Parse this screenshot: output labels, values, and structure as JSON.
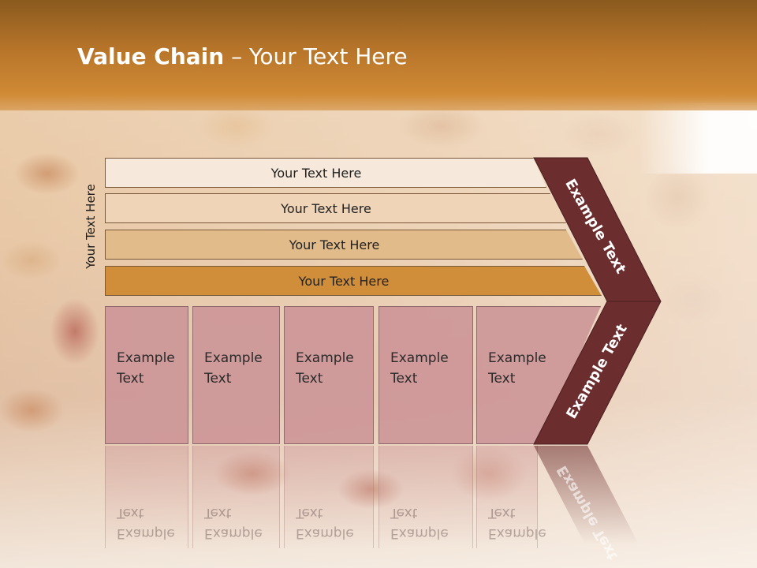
{
  "slide": {
    "title_bold": "Value Chain",
    "title_rest": " – Your Text Here",
    "vertical_label": "Your Text Here"
  },
  "bars": [
    {
      "label": "Your Text Here"
    },
    {
      "label": "Your Text Here"
    },
    {
      "label": "Your Text Here"
    },
    {
      "label": "Your Text Here"
    }
  ],
  "blocks": [
    {
      "line1": "Example",
      "line2": "Text"
    },
    {
      "line1": "Example",
      "line2": "Text"
    },
    {
      "line1": "Example",
      "line2": "Text"
    },
    {
      "line1": "Example",
      "line2": "Text"
    },
    {
      "line1": "Example",
      "line2": "Text"
    }
  ],
  "chevron": {
    "upper_label": "Example Text",
    "lower_label": "Example Text",
    "color": "#6b2d2e"
  },
  "colors": {
    "header": "#b7752a",
    "bar1": "#f6e8da",
    "bar2": "#efd4b8",
    "bar3": "#e2bb8a",
    "bar4": "#d18e3a",
    "block": "#cd9698"
  }
}
